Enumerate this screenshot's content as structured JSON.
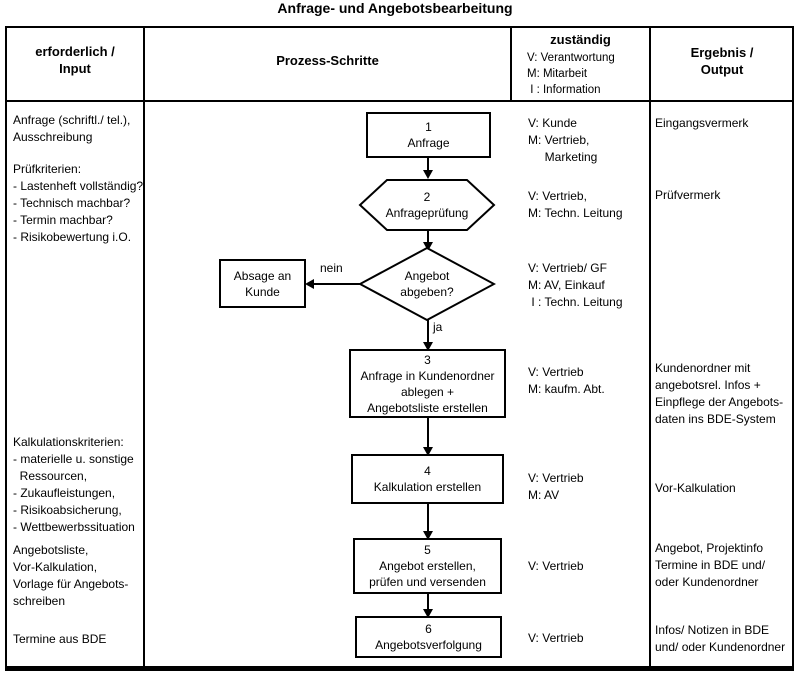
{
  "title": "Anfrage- und Angebotsbearbeitung",
  "header": {
    "input": "erforderlich /\nInput",
    "process": "Prozess-Schritte",
    "responsible": "zuständig",
    "responsible_legend": "V: Verantwortung\nM: Mitarbeit\n I : Information",
    "output": "Ergebnis /\nOutput"
  },
  "inputs": {
    "note1": "Anfrage (schriftl./ tel.),\nAusschreibung",
    "note2": "Prüfkriterien:\n- Lastenheft vollständig?\n- Technisch machbar?\n- Termin machbar?\n- Risikobewertung i.O.",
    "note3": "Kalkulationskriterien:\n- materielle u. sonstige\n  Ressourcen,\n- Zukaufleistungen,\n- Risikoabsicherung,\n- Wettbewerbssituation",
    "note4": "Angebotsliste,\nVor-Kalkulation,\nVorlage für Angebots-\nschreiben",
    "note5": "Termine aus BDE"
  },
  "flow": {
    "step1": {
      "num": "1",
      "label": "Anfrage",
      "responsible": "V: Kunde\nM: Vertrieb,\n     Marketing",
      "output": "Eingangsvermerk"
    },
    "step2": {
      "num": "2",
      "label": "Anfrageprüfung",
      "responsible": "V: Vertrieb,\nM: Techn. Leitung",
      "output": "Prüfvermerk"
    },
    "decision": {
      "label": "Angebot\nabgeben?",
      "responsible": "V: Vertrieb/ GF\nM: AV, Einkauf\n I : Techn. Leitung",
      "yes_label": "ja",
      "no_label": "nein"
    },
    "reject": {
      "label": "Absage an\nKunde"
    },
    "step3": {
      "num": "3",
      "label": "Anfrage in Kundenordner\nablegen +\nAngebotsliste erstellen",
      "responsible": "V: Vertrieb\nM: kaufm. Abt.",
      "output": "Kundenordner mit\nangebotsrel. Infos +\nEinpflege der Angebots-\ndaten ins BDE-System"
    },
    "step4": {
      "num": "4",
      "label": "Kalkulation erstellen",
      "responsible": "V: Vertrieb\nM: AV",
      "output": "Vor-Kalkulation"
    },
    "step5": {
      "num": "5",
      "label": "Angebot erstellen,\nprüfen und versenden",
      "responsible": "V: Vertrieb",
      "output": "Angebot, Projektinfo\nTermine in BDE und/\noder Kundenordner"
    },
    "step6": {
      "num": "6",
      "label": "Angebotsverfolgung",
      "responsible": "V: Vertrieb",
      "output": "Infos/ Notizen in BDE\nund/ oder Kundenordner"
    }
  },
  "colors": {
    "line": "#000000",
    "background": "#ffffff"
  }
}
